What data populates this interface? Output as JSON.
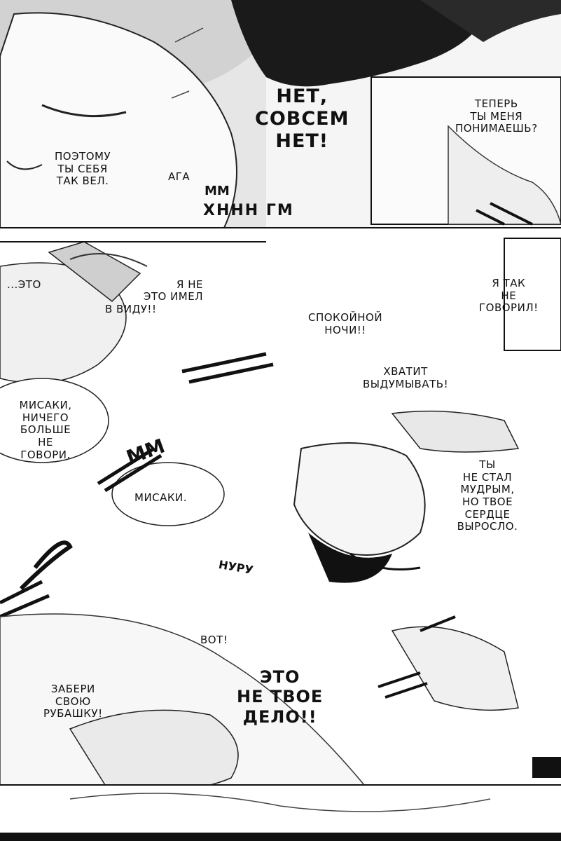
{
  "panels": {
    "top": {
      "bubble_net": [
        "НЕТ,",
        "СОВСЕМ",
        "НЕТ!"
      ],
      "bubble_teper": [
        "ТЕПЕРЬ",
        "ТЫ МЕНЯ",
        "ПОНИМАЕШЬ?"
      ],
      "bubble_pozt": [
        "ПОЭТОМУ",
        "ТЫ СЕБЯ",
        "ТАК ВЕЛ."
      ],
      "bubble_aga": [
        "АГА"
      ],
      "sfx_mm": "ММ",
      "sfx_ahh": "ХННН ГМ"
    },
    "middle": {
      "bubble_eto_ya": [
        "...ЭТО",
        "Я НЕ",
        "ЭТО ИМЕЛ",
        "В ВИДУ!!"
      ],
      "bubble_ya_tak": [
        "Я ТАК",
        "НЕ",
        "ГОВОРИЛ!"
      ],
      "bubble_spok": [
        "СПОКОЙНОЙ",
        "НОЧИ!!"
      ],
      "bubble_hvatit": [
        "ХВАТИТ",
        "ВЫДУМЫВАТЬ!"
      ],
      "bubble_misaki_nich": [
        "МИСАКИ,",
        "НИЧЕГО",
        "БОЛЬШЕ",
        "НЕ",
        "ГОВОРИ."
      ],
      "bubble_ty_ne_stal": [
        "ТЫ",
        "НЕ СТАЛ",
        "МУДРЫМ,",
        "НО ТВОЕ",
        "СЕРДЦЕ",
        "ВЫРОСЛО."
      ],
      "bubble_misaki": [
        "МИСАКИ."
      ],
      "sfx_mmm": "ММ",
      "sfx_ruh": "НУРУ"
    },
    "bottom": {
      "bubble_vot": [
        "ВОТ!"
      ],
      "bubble_eto_ne": [
        "ЭТО",
        "НЕ ТВОЕ",
        "ДЕЛО!!"
      ],
      "bubble_zaberi": [
        "ЗАБЕРИ",
        "СВОЮ",
        "РУБАШКУ!"
      ]
    }
  }
}
